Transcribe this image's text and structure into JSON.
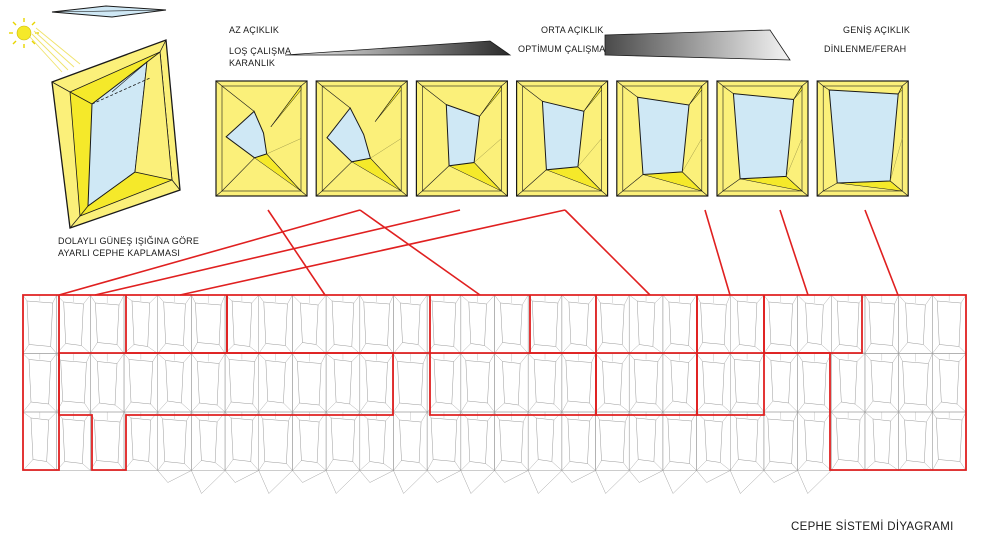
{
  "labels": {
    "az_aciklik": "AZ AÇIKLIK",
    "los_calisma": "LOŞ ÇALIŞMA",
    "karanlik": "KARANLIK",
    "orta_aciklik": "ORTA AÇIKLIK",
    "optimum_calisma": "OPTİMUM ÇALIŞMA",
    "genis_aciklik": "GENİŞ AÇIKLIK",
    "dinlenme_ferah": "DİNLENME/FERAH",
    "module_caption_line1": "DOLAYLI GÜNEŞ IŞIĞINA GÖRE",
    "module_caption_line2": "AYARLI CEPHE KAPLAMASI",
    "diagram_title": "CEPHE SİSTEMİ DİYAGRAMI"
  },
  "panel_sequence": {
    "count": 7,
    "openness_levels": [
      0.05,
      0.2,
      0.35,
      0.5,
      0.68,
      0.84,
      1.0
    ]
  },
  "facade": {
    "rows": 3,
    "columns": 28
  },
  "colors": {
    "panel_yellow": "#fbf07a",
    "panel_yellow_bright": "#f5e92a",
    "glass_blue": "#cfe8f5",
    "outline": "#1a1a1a",
    "highlight_red": "#e02020",
    "grid_grey": "#9a9a9a",
    "gradient_dark": "#2a2a2a",
    "gradient_light": "#f0f0f0"
  },
  "icons": {
    "sun": "sun-icon"
  }
}
